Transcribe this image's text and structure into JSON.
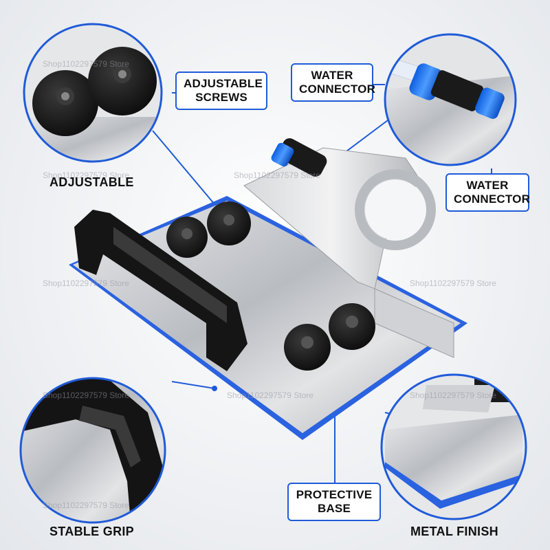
{
  "labels": {
    "adjustable_screws": [
      "ADJUSTABLE",
      "SCREWS"
    ],
    "water_connector_top": [
      "WATER",
      "CONNECTOR"
    ],
    "water_connector_right": [
      "WATER",
      "CONNECTOR"
    ],
    "protective_base": [
      "PROTECTIVE",
      "BASE"
    ]
  },
  "captions": {
    "adjustable": "ADJUSTABLE",
    "stable_grip": "STABLE GRIP",
    "metal_finish": "METAL FINISH"
  },
  "watermark": "Shop1102297579 Store",
  "colors": {
    "accent": "#1f5bd8",
    "knob": "#141414",
    "steel": "#c9ccd1"
  }
}
